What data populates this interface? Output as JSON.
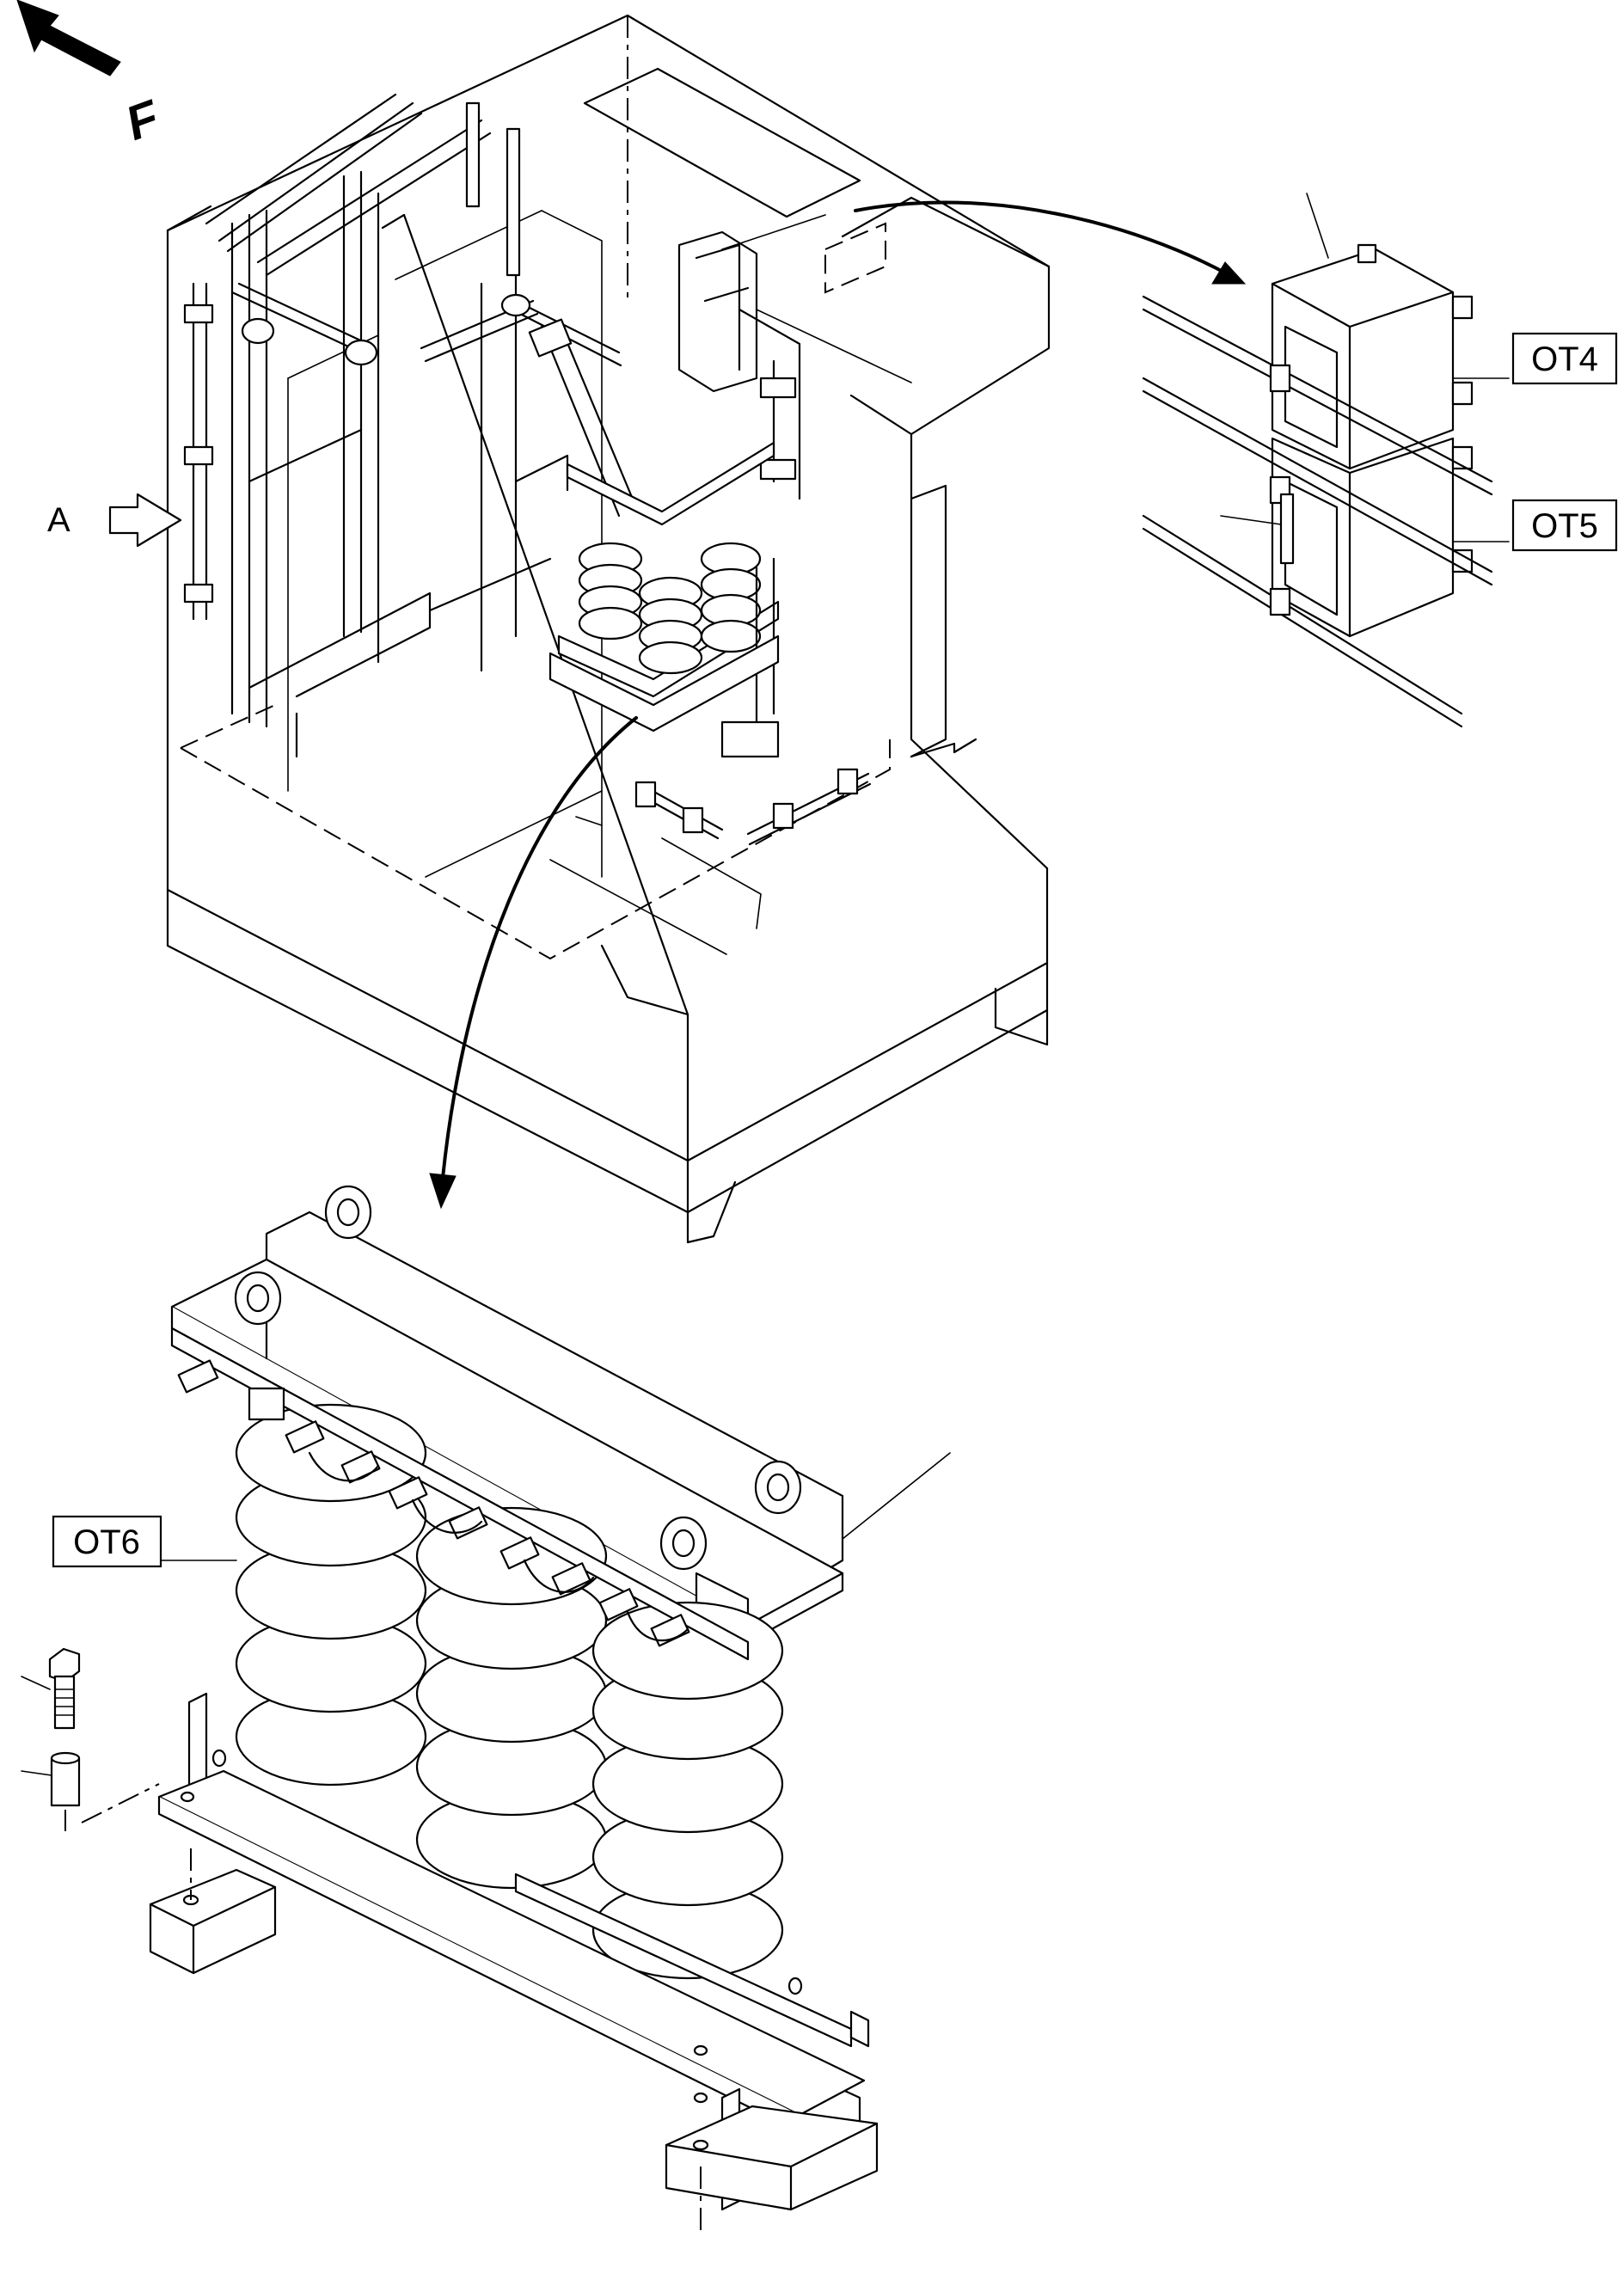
{
  "labels": {
    "ot4": "OT4",
    "ot5": "OT5",
    "ot6": "OT6",
    "view_a": "A",
    "front": "F"
  }
}
